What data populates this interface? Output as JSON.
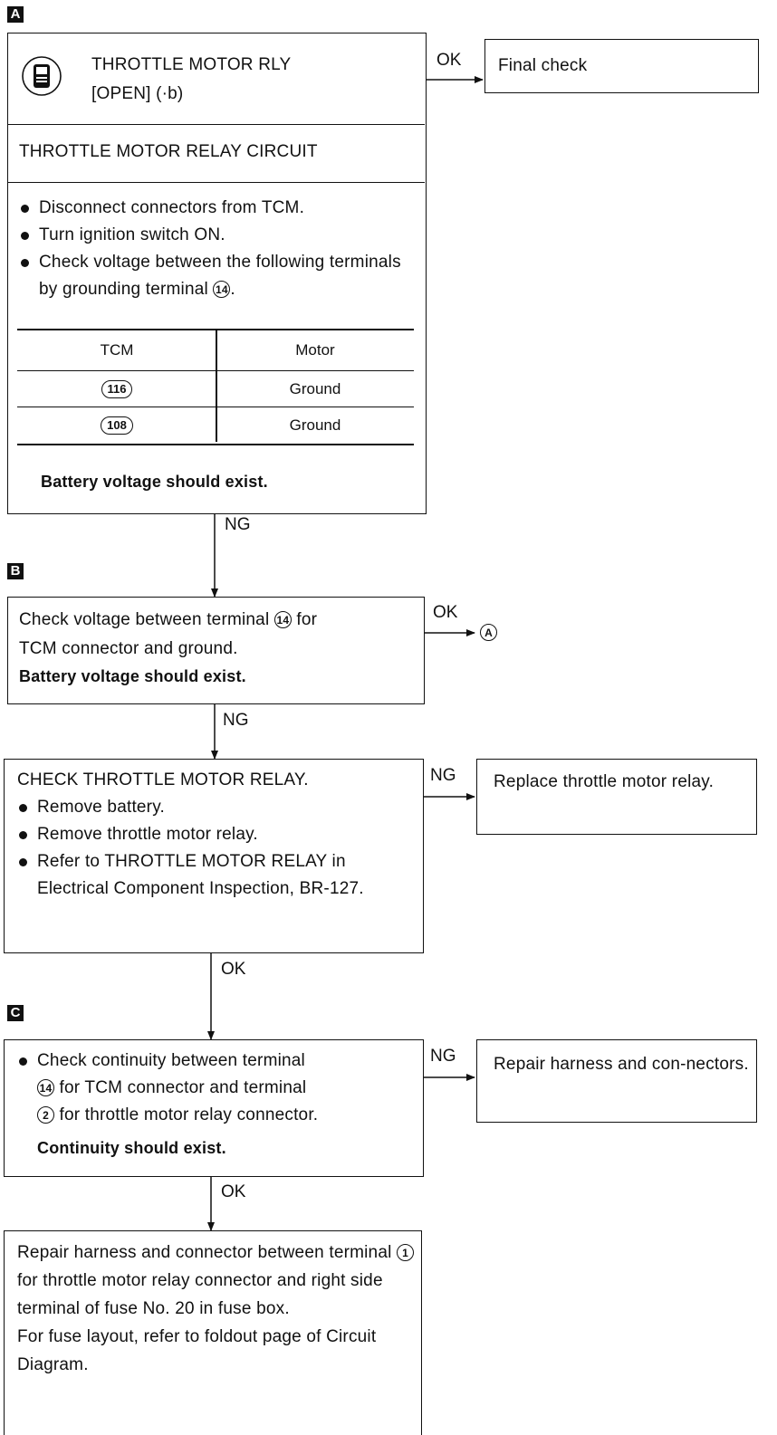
{
  "steps": {
    "A": "A",
    "B": "B",
    "C": "C"
  },
  "box_a": {
    "header_line1": "THROTTLE MOTOR RLY",
    "header_line2": "[OPEN] (·b)",
    "section_title": "THROTTLE MOTOR RELAY CIRCUIT",
    "bullets": [
      "Disconnect connectors from TCM.",
      "Turn ignition switch ON.",
      "Check voltage between the following terminals by grounding terminal",
      "."
    ],
    "bullet3_terminal": "14",
    "table": {
      "headers": [
        "TCM",
        "Motor"
      ],
      "rows": [
        {
          "tcm": "116",
          "motor": "Ground"
        },
        {
          "tcm": "108",
          "motor": "Ground"
        }
      ]
    },
    "result": "Battery voltage should exist."
  },
  "final_check": "Final check",
  "box_b": {
    "line1_a": "Check voltage between terminal",
    "terminal": "14",
    "line1_b": "for",
    "line2": "TCM connector and ground.",
    "result": "Battery voltage should exist.",
    "ok_target": "A"
  },
  "box_relay": {
    "title": "CHECK THROTTLE MOTOR RELAY.",
    "bullets": [
      "Remove battery.",
      "Remove throttle motor relay.",
      "Refer to THROTTLE MOTOR RELAY in Electrical Component Inspection, BR-127."
    ]
  },
  "replace_relay": "Replace throttle motor relay.",
  "box_c": {
    "text_a": "Check continuity between terminal",
    "terminal_1": "14",
    "text_b": "for TCM connector and terminal",
    "terminal_2": "2",
    "text_c": "for throttle motor relay connector.",
    "result": "Continuity should exist."
  },
  "repair_harness": "Repair harness and con-nectors.",
  "box_final": {
    "text_a": "Repair harness and connector between terminal",
    "terminal": "1",
    "text_b": "for throttle motor relay connector and right side terminal of fuse No. 20 in fuse box.",
    "text_c": "For fuse layout, refer to foldout page of Circuit Diagram."
  },
  "labels": {
    "ok": "OK",
    "ng": "NG"
  }
}
